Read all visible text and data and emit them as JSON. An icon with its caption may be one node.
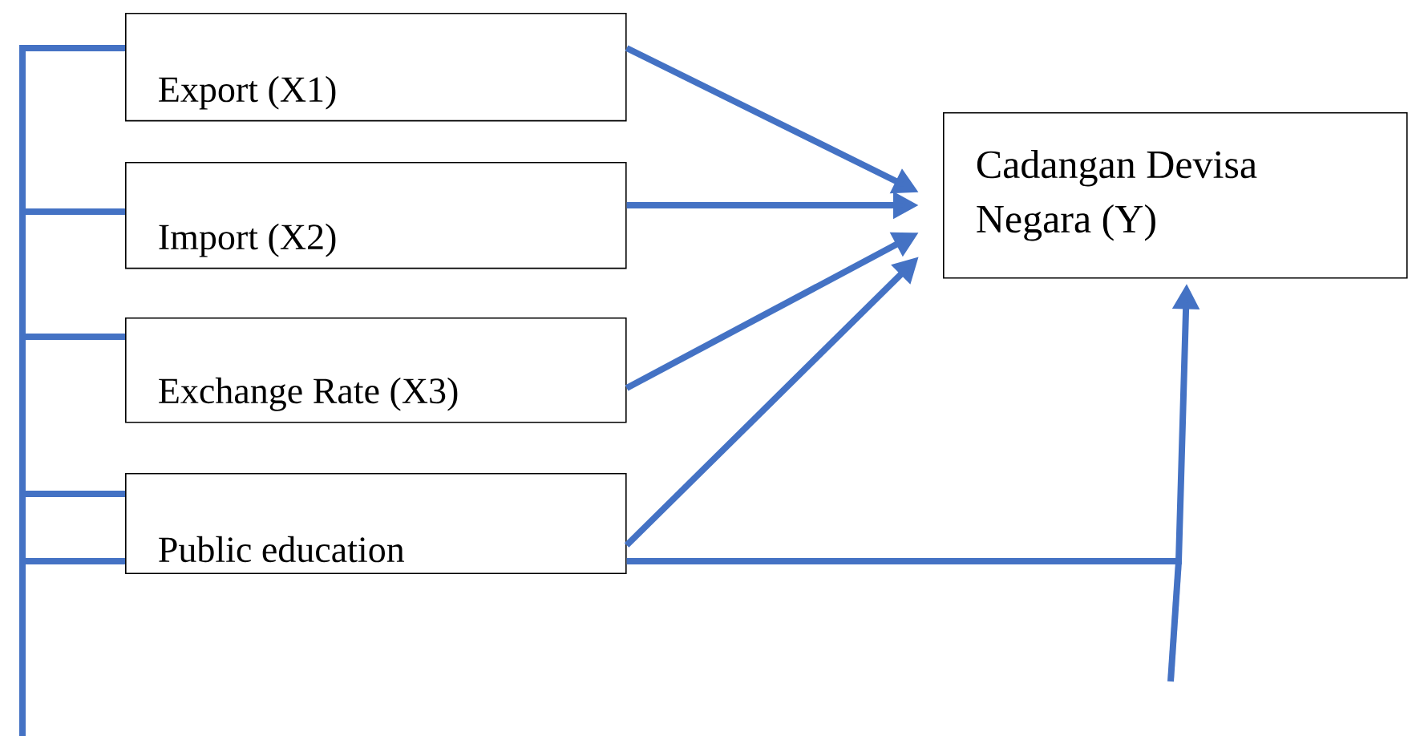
{
  "diagram": {
    "nodes": [
      {
        "text": [
          "Export (X1)"
        ]
      },
      {
        "text": [
          "Import (X2)"
        ]
      },
      {
        "text": [
          "Exchange Rate (X3)"
        ]
      },
      {
        "text": [
          "Public education"
        ]
      },
      {
        "text": [
          "Cadangan Devisa Negara (Y)"
        ]
      }
    ],
    "edges": [
      {
        "from": 0,
        "to": 4,
        "arrow": "to"
      },
      {
        "from": 1,
        "to": 4,
        "arrow": "to"
      },
      {
        "from": 2,
        "to": 4,
        "arrow": "to"
      },
      {
        "from": 3,
        "to": 4,
        "arrow": "to"
      },
      {
        "from": 3,
        "to": 4,
        "arrow": "to"
      },
      {
        "from": null,
        "to": 0,
        "arrow": "none"
      },
      {
        "from": null,
        "to": 1,
        "arrow": "none"
      },
      {
        "from": null,
        "to": 2,
        "arrow": "none"
      },
      {
        "from": null,
        "to": 3,
        "arrow": "none"
      },
      {
        "from": null,
        "to": 3,
        "arrow": "none"
      }
    ]
  }
}
